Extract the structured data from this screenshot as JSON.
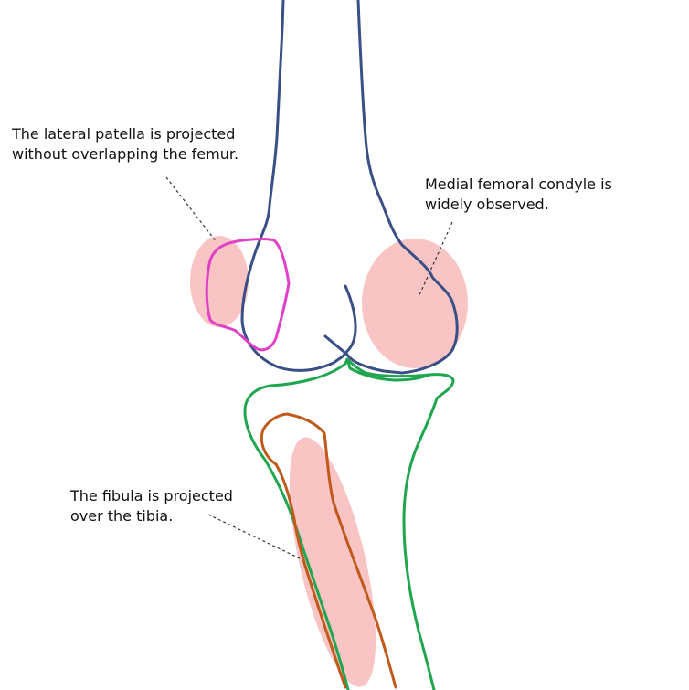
{
  "annotations": {
    "patella": [
      "The lateral patella is projected",
      "without overlapping the femur."
    ],
    "condyle": [
      "Medial femoral condyle is",
      "widely observed."
    ],
    "fibula": [
      "The fibula is projected",
      "over the tibia."
    ]
  },
  "colors": {
    "femur": "#3a4f86",
    "patella": "#e040c8",
    "tibia": "#1fa64f",
    "fibula": "#c05a1c",
    "highlight": "#f8c4c4",
    "leader": "#333333"
  }
}
